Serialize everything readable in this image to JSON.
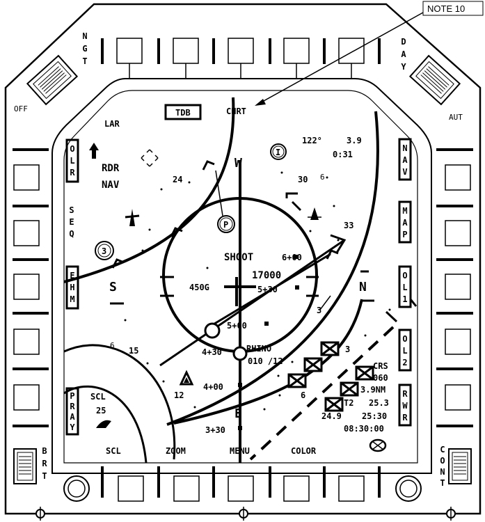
{
  "bezel": {
    "ngt_label": "NGT",
    "day_label": "DAY",
    "off_label": "OFF",
    "aut_label": "AUT",
    "brt_label": "BRT",
    "cont_label": "CONT",
    "note_label": "NOTE 10"
  },
  "top_labels": {
    "tdb": "TDB",
    "chrt": "CHRT"
  },
  "left_labels": {
    "lar": "LAR",
    "rdr": "RDR",
    "nav": "NAV",
    "olr": "OLR",
    "seq": "SEQ",
    "ehm": "EHM",
    "pray": "PRAY"
  },
  "right_labels": {
    "nav": "NAV",
    "map": "MAP",
    "ol1": "OL1",
    "ol2": "OL2",
    "rwr": "RWR"
  },
  "bottom_labels": {
    "scl": "SCL",
    "zoom": "ZOOM",
    "menu": "MENU",
    "color": "COLOR"
  },
  "readouts": {
    "heading_bug": "122°",
    "range_nm": "3.9",
    "time_to_go": "0:31",
    "shoot": "SHOOT",
    "altitude": "17000",
    "ground_speed": "450G",
    "rhino": "RHINO",
    "rhino_data": "010 /12",
    "crs": "CRS",
    "crs_value": "060",
    "dist": "3.9NM",
    "t2": "T2",
    "t2_value": "25.3",
    "val_249": "24.9",
    "time_2530": "25:30",
    "clock": "08:30:00",
    "scl": "SCL",
    "scl_value": "25"
  },
  "compass": {
    "n": "N",
    "s": "S",
    "w": "W",
    "e": "E"
  },
  "heading_ticks": {
    "t24": "24",
    "t30": "30",
    "t6a": "6",
    "t33": "33",
    "t3": "3",
    "t6b": "6",
    "t12": "12",
    "t15": "15"
  },
  "time_marks": {
    "m600": "6+00",
    "m530": "5+30",
    "m500": "5+00",
    "m430": "4+30",
    "m400": "4+00",
    "m330": "3+30"
  },
  "symbols": {
    "circle_i": "I",
    "circle_p": "P",
    "circle_3": "3"
  },
  "box_labels": {
    "b3": "3",
    "b6": "6"
  }
}
